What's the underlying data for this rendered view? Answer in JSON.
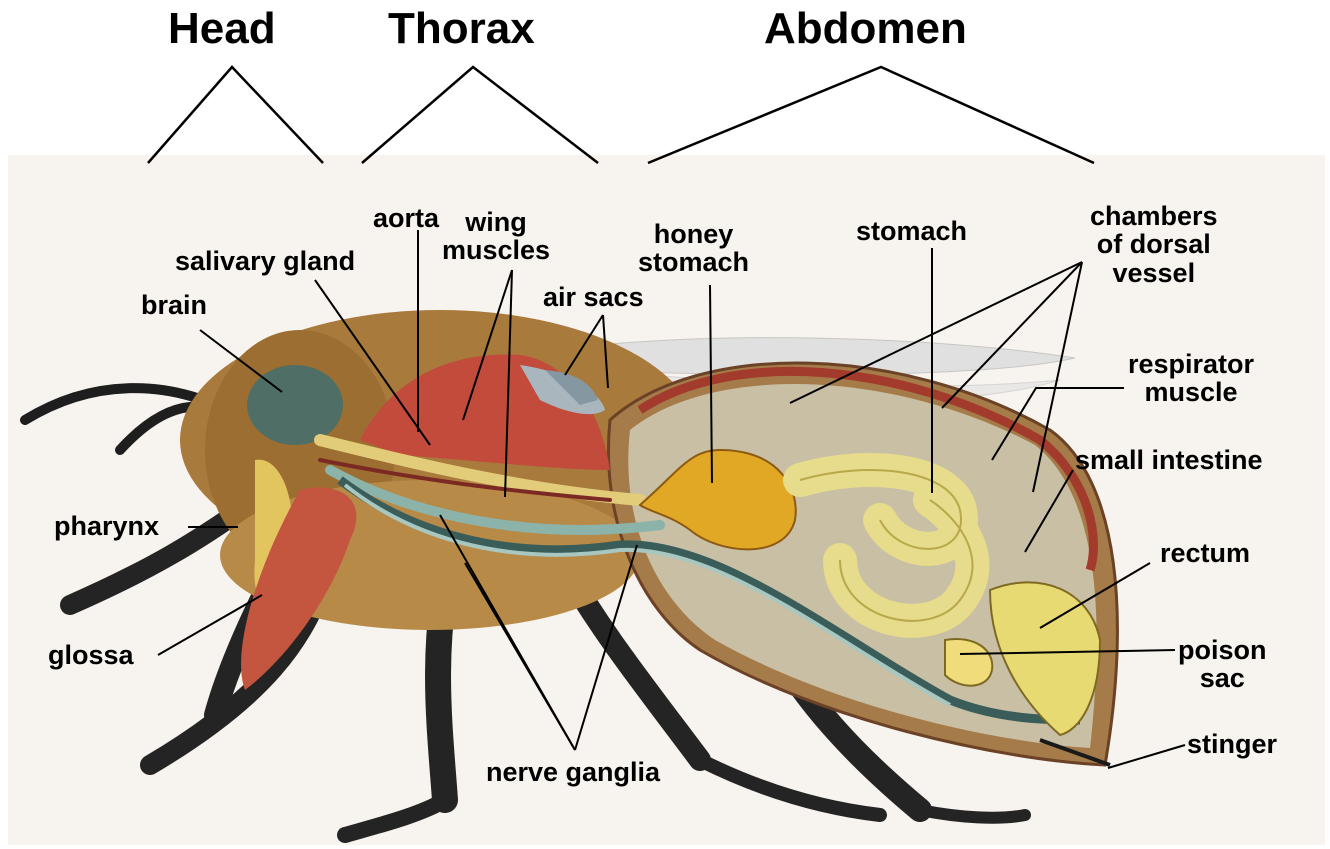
{
  "sections": {
    "head": "Head",
    "thorax": "Thorax",
    "abdomen": "Abdomen"
  },
  "labels": {
    "aorta": "aorta",
    "wing_muscles": "wing\nmuscles",
    "salivary_gland": "salivary gland",
    "brain": "brain",
    "air_sacs": "air sacs",
    "honey_stomach": "honey\nstomach",
    "stomach": "stomach",
    "chambers_of_dorsal_vessel": "chambers\nof dorsal\nvessel",
    "respirator_muscle": "respirator\nmuscle",
    "small_intestine": "small intestine",
    "pharynx": "pharynx",
    "rectum": "rectum",
    "glossa": "glossa",
    "poison_sac": "poison\nsac",
    "stinger": "stinger",
    "nerve_ganglia": "nerve ganglia"
  },
  "colors": {
    "background_panel": "#f7f3ee",
    "fur": "#a87a3c",
    "muscle": "#b8493a",
    "honey": "#e0a824",
    "intestine": "#e6dc8c",
    "nerve": "#9bb8b0",
    "leg": "#222222"
  }
}
